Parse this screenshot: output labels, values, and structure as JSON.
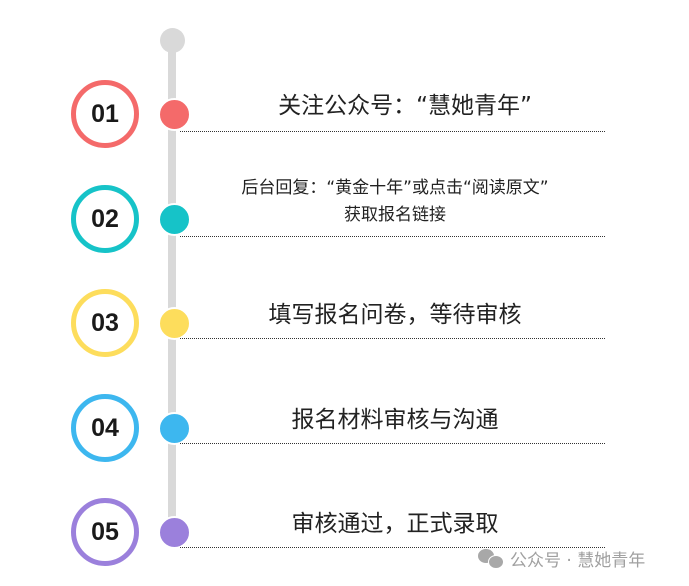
{
  "steps": [
    {
      "number": "01",
      "text": "关注公众号：“慧她青年”",
      "color": "#f46a6a"
    },
    {
      "number": "02",
      "text": "后台回复：“黄金十年”或点击“阅读原文”",
      "text2": "获取报名链接",
      "color": "#16c3c8"
    },
    {
      "number": "03",
      "text": "填写报名问卷，等待审核",
      "color": "#fddd5c"
    },
    {
      "number": "04",
      "text": "报名材料审核与沟通",
      "color": "#3db7ef"
    },
    {
      "number": "05",
      "text": "审核通过，正式录取",
      "color": "#9b80dc"
    }
  ],
  "watermark": "公众号 · 慧她青年"
}
